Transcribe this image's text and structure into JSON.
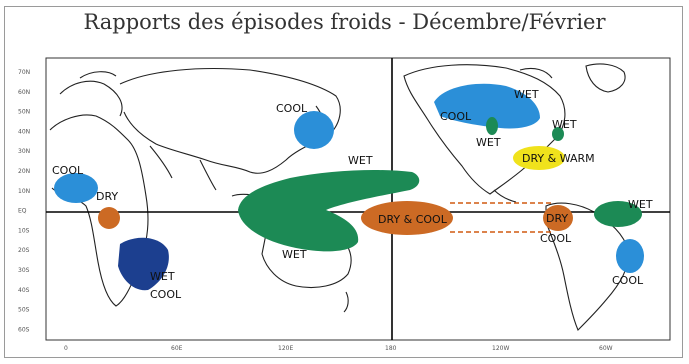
{
  "title": "Rapports des épisodes froids - Décembre/Février",
  "colors": {
    "cool": "#2b8fd8",
    "cool_dark": "#1c3f8f",
    "wet": "#1c8a55",
    "dry_cool": "#cc6a24",
    "dry_warm": "#f0e21c",
    "dashed": "#d05a10"
  },
  "regions": [
    {
      "id": "cool-west-africa",
      "label": "COOL"
    },
    {
      "id": "dry-central-africa",
      "label": "DRY"
    },
    {
      "id": "wet-cool-south-africa",
      "label": "WET\nCOOL"
    },
    {
      "id": "cool-east-asia",
      "label": "COOL"
    },
    {
      "id": "wet-central-pacific",
      "label": "WET"
    },
    {
      "id": "wet-australia",
      "label": "WET"
    },
    {
      "id": "dry-cool-pacific",
      "label": "DRY & COOL"
    },
    {
      "id": "cool-north-america",
      "label": "COOL"
    },
    {
      "id": "wet-north-america-1",
      "label": "WET"
    },
    {
      "id": "wet-north-america-2",
      "label": "WET"
    },
    {
      "id": "wet-north-america-3",
      "label": "WET"
    },
    {
      "id": "dry-warm-gulf",
      "label": "DRY & WARM"
    },
    {
      "id": "dry-cool-south-america",
      "label": "DRY\nCOOL"
    },
    {
      "id": "wet-northeast-brazil",
      "label": "WET"
    },
    {
      "id": "cool-southeast-brazil",
      "label": "COOL"
    }
  ],
  "lat_ticks": [
    "70N",
    "60N",
    "50N",
    "40N",
    "30N",
    "20N",
    "10N",
    "EQ",
    "10S",
    "20S",
    "30S",
    "40S",
    "50S",
    "60S"
  ],
  "lon_ticks": [
    "0",
    "60E",
    "120E",
    "180",
    "120W",
    "60W"
  ]
}
